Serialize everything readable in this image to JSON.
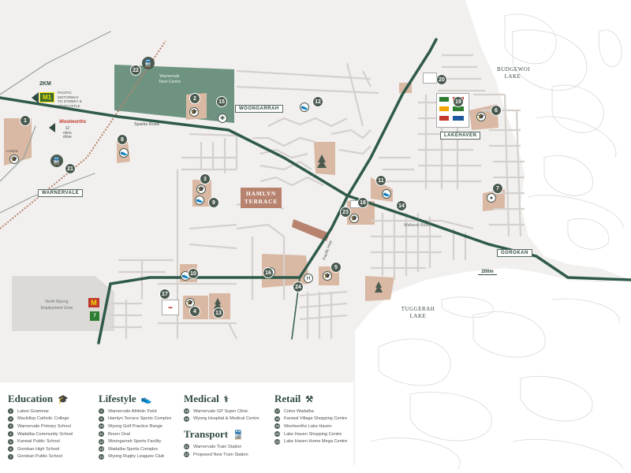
{
  "map": {
    "place_labels": {
      "hamlyn_terrace_1": "HAMLYN",
      "hamlyn_terrace_2": "TERRACE",
      "woongarrah": "WOONGARRAH",
      "lakehaven": "LAKEHAVEN",
      "warnervale": "WARNERVALE",
      "gorokan": "GOROKAN",
      "budgewoi_lake_1": "BUDGEWOI",
      "budgewoi_lake_2": "LAKE",
      "tuggerah_lake_1": "TUGGERAH",
      "tuggerah_lake_2": "LAKE",
      "lakes_small": "LAKES"
    },
    "road_labels": {
      "sparks_road": "Sparks Road",
      "pacific_hwy": "Pacific Hwy",
      "wallarah_road": "Wallarah Road",
      "north_wyong_1": "North Wyong",
      "north_wyong_2": "Employment Zone",
      "warnervale_town_1": "Warnervale",
      "warnervale_town_2": "Town Centre"
    },
    "scale": "200m",
    "sign_distance": "2KM",
    "motorway": {
      "badge": "M1",
      "line1": "PACIFIC",
      "line2": "MOTORWAY",
      "line3": "TO SYDNEY &",
      "line4": "NEWCASTLE"
    },
    "woolworths": {
      "brand": "Woolworths",
      "line1": "12",
      "line2": "mins",
      "line3": "drive"
    },
    "markers": [
      "1",
      "2",
      "3",
      "4",
      "5",
      "6",
      "7",
      "8",
      "9",
      "10",
      "11",
      "12",
      "13",
      "14",
      "15",
      "16",
      "17",
      "18",
      "19",
      "20",
      "21",
      "22",
      "23",
      "24"
    ],
    "colors": {
      "road": "#2f5a4a",
      "poi": "#d9b8a4",
      "park": "#5f8a74",
      "marker": "#4b5a4f",
      "water": "#ffffff"
    }
  },
  "legend": {
    "education": {
      "title": "Education",
      "icon": "graduation-cap-icon",
      "items": [
        "Lakes Grammar",
        "Mackillop Catholic College",
        "Warnervale Primary School",
        "Wadalba Community School",
        "Kanwal Public School",
        "Gorokan High School",
        "Gorokan Public School"
      ],
      "numbers": [
        "1",
        "2",
        "3",
        "4",
        "5",
        "6",
        "7"
      ]
    },
    "lifestyle": {
      "title": "Lifestyle",
      "icon": "sneakers-icon",
      "items": [
        "Warnervale Athletic Field",
        "Hamlyn Terrace Sports Complex",
        "Wyong Golf Practice Range",
        "Breen Oval",
        "Woongarrah Sports Facility",
        "Wadalba Sports Complex",
        "Wyong Rugby Leagues Club"
      ],
      "numbers": [
        "8",
        "9",
        "10",
        "11",
        "12",
        "13",
        "14"
      ]
    },
    "medical": {
      "title": "Medical",
      "icon": "caduceus-icon",
      "items": [
        "Warnervale GP Super Clinic",
        "Wyong Hospital & Medical Centre"
      ],
      "numbers": [
        "15",
        "16"
      ]
    },
    "transport": {
      "title": "Transport",
      "icon": "train-icon",
      "items": [
        "Warnervale Train Station",
        "Proposed New Train Station"
      ],
      "numbers": [
        "21",
        "22"
      ]
    },
    "retail": {
      "title": "Retail",
      "icon": "shopping-icon",
      "items": [
        "Coles Wadalba",
        "Kanwal Village Shopping Centre",
        "Woolworths Lake Haven",
        "Lake Haven Shopping Centre",
        "Lake Haven Home Mega Centre"
      ],
      "numbers": [
        "17",
        "18",
        "19",
        "20",
        "23"
      ]
    }
  }
}
